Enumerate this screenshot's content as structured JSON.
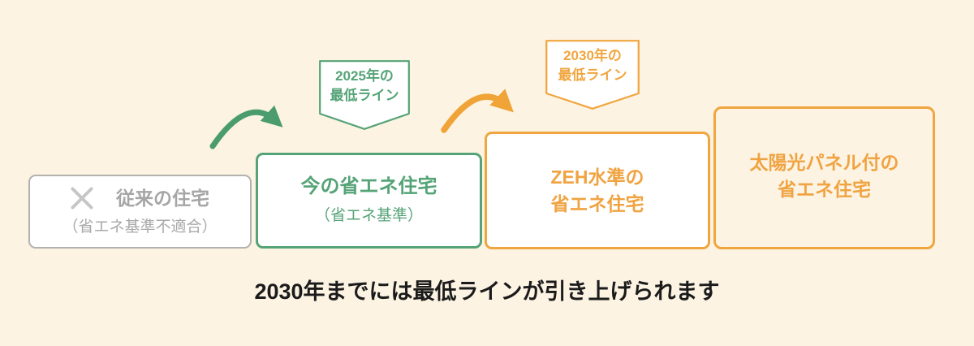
{
  "palette": {
    "background": "#fcf3e3",
    "green": "#55a377",
    "green_arrow": "#4a9c6e",
    "orange": "#f0a63f",
    "orange_arrow": "#f0a336",
    "gray_border": "#b3b1ae",
    "gray_text": "#a6a6a6",
    "caption_text": "#1b1b1b",
    "box_fill": "#ffffff"
  },
  "badges": [
    {
      "line1": "2025年の",
      "line2": "最低ライン",
      "color": "#55a377"
    },
    {
      "line1": "2030年の",
      "line2": "最低ライン",
      "color": "#f0a63f"
    }
  ],
  "boxes": [
    {
      "title": "従来の住宅",
      "subtitle": "（省エネ基準不適合）",
      "icon": "x-mark",
      "theme": "gray"
    },
    {
      "title": "今の省エネ住宅",
      "subtitle": "（省エネ基準）",
      "theme": "green"
    },
    {
      "title_line1": "ZEH水準の",
      "title_line2": "省エネ住宅",
      "theme": "orange"
    },
    {
      "title_line1": "太陽光パネル付の",
      "title_line2": "省エネ住宅",
      "theme": "orange"
    }
  ],
  "arrows": [
    {
      "name": "step-up-arrow-1",
      "color": "#4a9c6e"
    },
    {
      "name": "step-up-arrow-2",
      "color": "#f0a336"
    }
  ],
  "caption": "2030年までには最低ラインが引き上げられます"
}
